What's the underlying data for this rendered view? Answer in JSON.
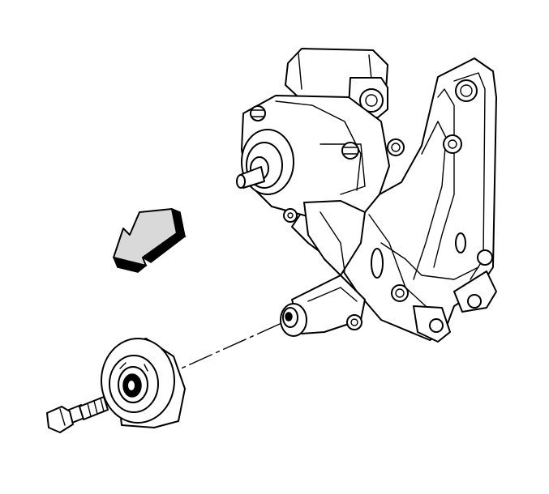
{
  "diagram": {
    "labels": [],
    "components": [
      {
        "name": "power-steering-pump",
        "kind": "pump"
      },
      {
        "name": "mounting-bracket",
        "kind": "bracket"
      },
      {
        "name": "idler-pulley",
        "kind": "pulley"
      },
      {
        "name": "pulley-bolt",
        "kind": "bolt"
      },
      {
        "name": "direction-arrow",
        "kind": "arrow"
      },
      {
        "name": "alignment-centerline",
        "kind": "dash-dot-line"
      }
    ],
    "colors": {
      "line": "#000000",
      "fill": "#ffffff",
      "shade": "#d9d9d9"
    }
  }
}
